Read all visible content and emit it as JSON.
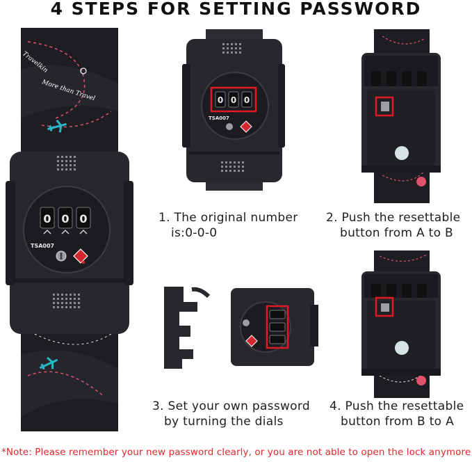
{
  "title": "4 STEPS FOR SETTING PASSWORD",
  "lock": {
    "model_text": "TSA007",
    "strap_text_1": "Travelkin",
    "strap_text_2": "More than Travel",
    "dial_digits": [
      "0",
      "0",
      "0"
    ]
  },
  "steps": [
    {
      "line1": "1. The original number",
      "line2": "is:0-0-0"
    },
    {
      "line1": "2. Push the resettable",
      "line2": "button from A to B"
    },
    {
      "line1": "3. Set your own password",
      "line2": "by turning the dials"
    },
    {
      "line1": "4. Push the resettable",
      "line2": "button from B to A"
    }
  ],
  "note": "*Note: Please remember your new password clearly, or you are not able to open the lock anymore",
  "colors": {
    "strap": "#1d1d22",
    "lock_body": "#26282c",
    "highlight": "#e01a22",
    "note": "#e2272b",
    "plane": "#2bb5c8",
    "dash": "#e0536e"
  }
}
